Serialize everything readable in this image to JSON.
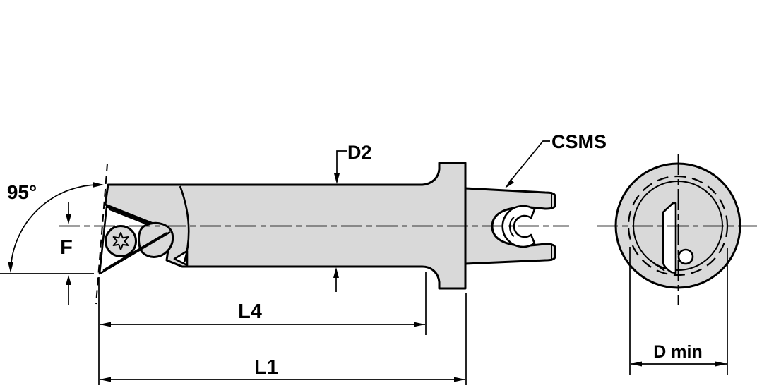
{
  "drawing": {
    "type": "engineering-drawing",
    "labels": {
      "angle": "95°",
      "f": "F",
      "d2": "D2",
      "csms": "CSMS",
      "l4": "L4",
      "l1": "L1",
      "dmin": "D min"
    },
    "colors": {
      "body_fill": "#d9d9d9",
      "line": "#000000",
      "background": "#ffffff"
    }
  }
}
